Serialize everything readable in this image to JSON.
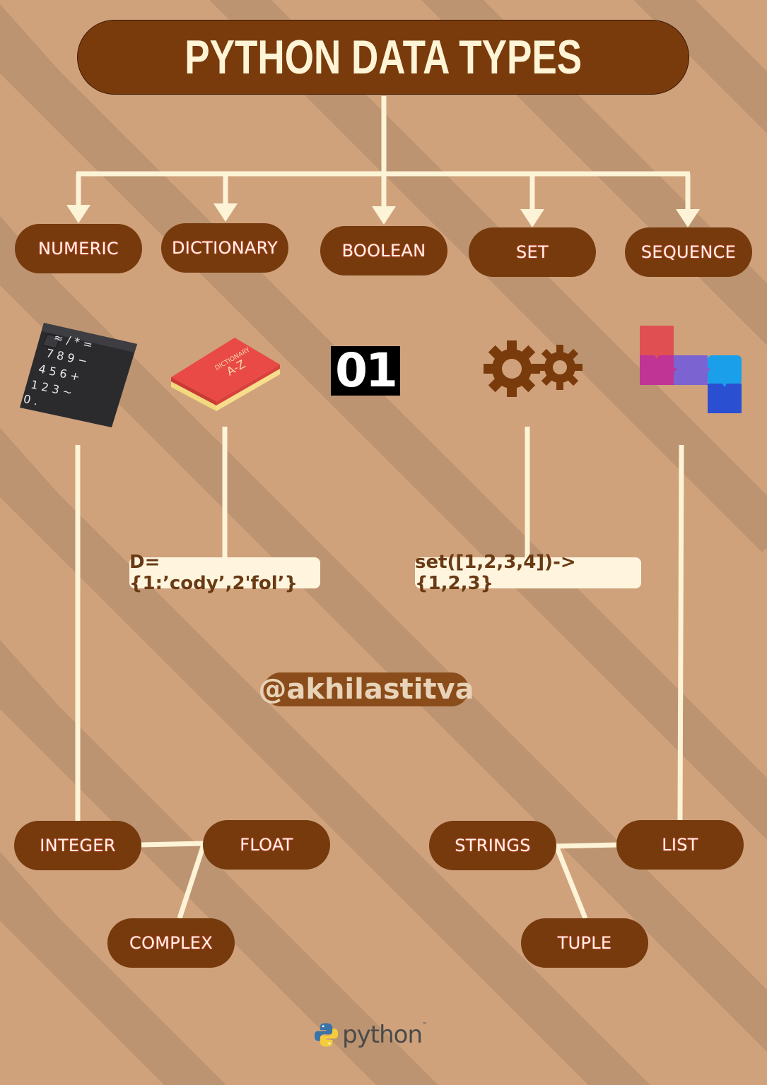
{
  "title": "PYTHON DATA TYPES",
  "categories": {
    "numeric": "NUMERIC",
    "dictionary": "DICTIONARY",
    "boolean": "BOOLEAN",
    "set": "SET",
    "sequence": "SEQUENCE"
  },
  "boolean_digits": "01",
  "examples": {
    "dictionary": "D={1:’cody’,2'fol’}",
    "set": "set([1,2,3,4])->{1,2,3}"
  },
  "handle": "@akhilastitva",
  "numeric_types": {
    "integer": "INTEGER",
    "float": "FLOAT",
    "complex": "COMPLEX"
  },
  "sequence_types": {
    "strings": "STRINGS",
    "list": "LIST",
    "tuple": "TUPLE"
  },
  "logo": {
    "text": "python",
    "tm": "™"
  },
  "colors": {
    "background": "#cfa27c",
    "stripe": "#bd9572",
    "pill": "#763a0d",
    "connector": "#fdf3d6",
    "pill_text": "#fff4e6"
  }
}
